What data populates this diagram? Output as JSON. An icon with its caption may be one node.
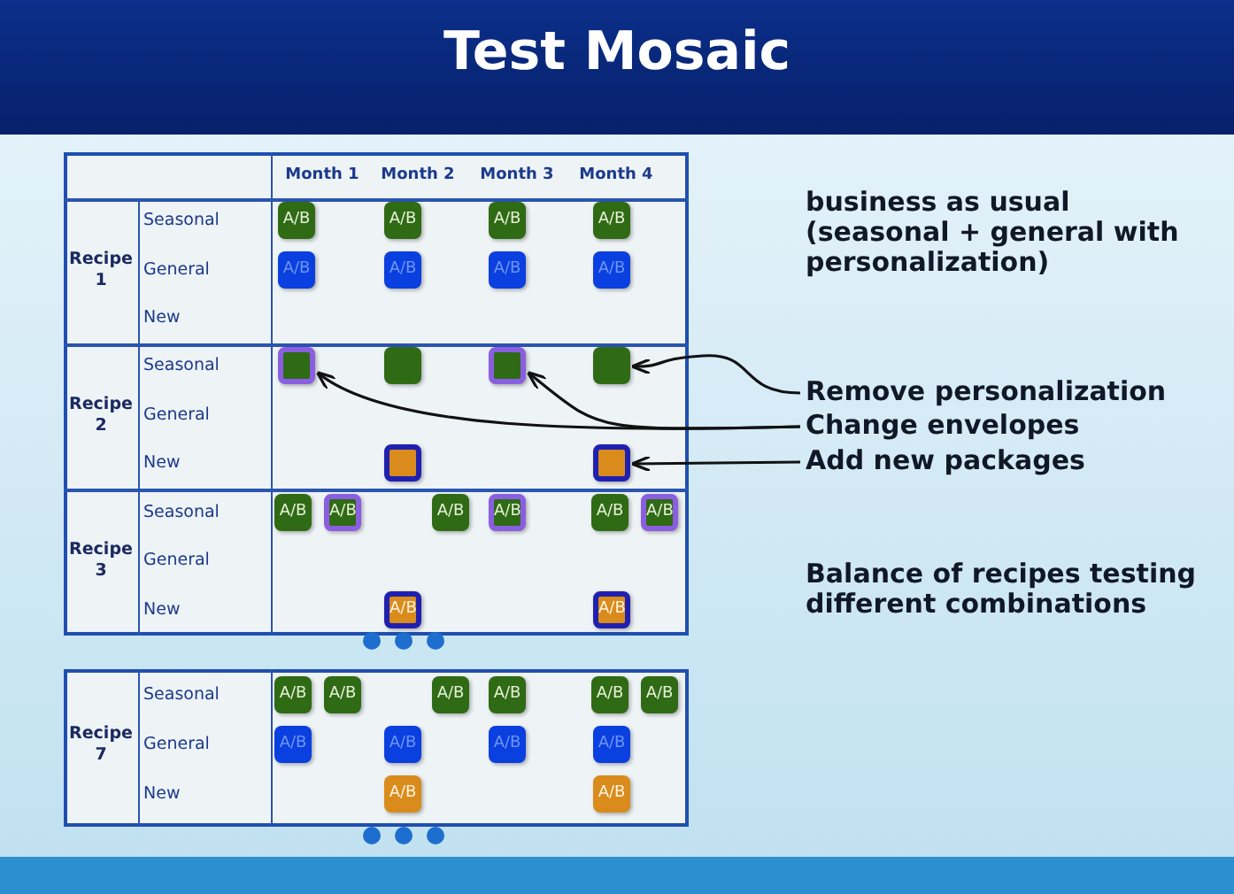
{
  "diagram": {
    "title": "Test Mosaic",
    "nodes": [
      {
        "text": [
          "A/B"
        ]
      },
      {
        "text": [
          "A/B"
        ]
      },
      {
        "text": [
          "A/B"
        ]
      },
      {
        "text": [
          "A/B"
        ]
      },
      {
        "text": [
          "A/B"
        ]
      },
      {
        "text": [
          "A/B"
        ]
      },
      {
        "text": [
          "A/B"
        ]
      },
      {
        "text": [
          "A/B"
        ]
      },
      {
        "text": [],
        "shape": "box"
      },
      {
        "text": [],
        "shape": "box"
      },
      {
        "text": [],
        "shape": "box"
      },
      {
        "text": [],
        "shape": "box"
      },
      {
        "text": [],
        "shape": "box"
      },
      {
        "text": [],
        "shape": "box"
      },
      {
        "text": [
          "A/B"
        ]
      },
      {
        "text": [
          "A/B"
        ]
      },
      {
        "text": [
          "A/B"
        ]
      },
      {
        "text": [
          "A/B"
        ]
      },
      {
        "text": [
          "A/B"
        ]
      },
      {
        "text": [
          "A/B"
        ]
      },
      {
        "text": [
          "A/B"
        ]
      },
      {
        "text": [
          "A/B"
        ]
      },
      {
        "text": [
          "A/B"
        ]
      },
      {
        "text": [
          "A/B"
        ]
      },
      {
        "text": [
          "A/B"
        ]
      },
      {
        "text": [
          "A/B"
        ]
      },
      {
        "text": [
          "A/B"
        ]
      },
      {
        "text": [
          "A/B"
        ]
      },
      {
        "text": [
          "A/B"
        ]
      },
      {
        "text": [
          "A/B"
        ]
      },
      {
        "text": [
          "A/B"
        ]
      },
      {
        "text": [
          "A/B"
        ]
      },
      {
        "text": [
          "A/B"
        ]
      },
      {
        "text": [
          "A/B"
        ]
      },
      {
        "text": [
          "Remove personalization"
        ]
      },
      {
        "text": [
          "Change envelopes"
        ]
      },
      {
        "text": [
          "Add new packages"
        ]
      }
    ],
    "edges": [
      {
        "from": 34,
        "to": 11,
        "arrow": "to"
      },
      {
        "from": 35,
        "to": 8,
        "arrow": "to"
      },
      {
        "from": 35,
        "to": 10,
        "arrow": "to"
      },
      {
        "from": 36,
        "to": 13,
        "arrow": "to"
      }
    ],
    "labels": [
      "Month 1",
      "Month 2",
      "Month 3",
      "Month 4",
      "Recipe 1",
      "Seasonal",
      "General",
      "New",
      "business as usual (seasonal + general with personalization)",
      "Recipe 2",
      "Seasonal",
      "General",
      "New",
      "Recipe 3",
      "Seasonal",
      "General",
      "New",
      "Balance of recipes testing different combinations",
      "Recipe 7",
      "Seasonal",
      "General",
      "New"
    ]
  }
}
